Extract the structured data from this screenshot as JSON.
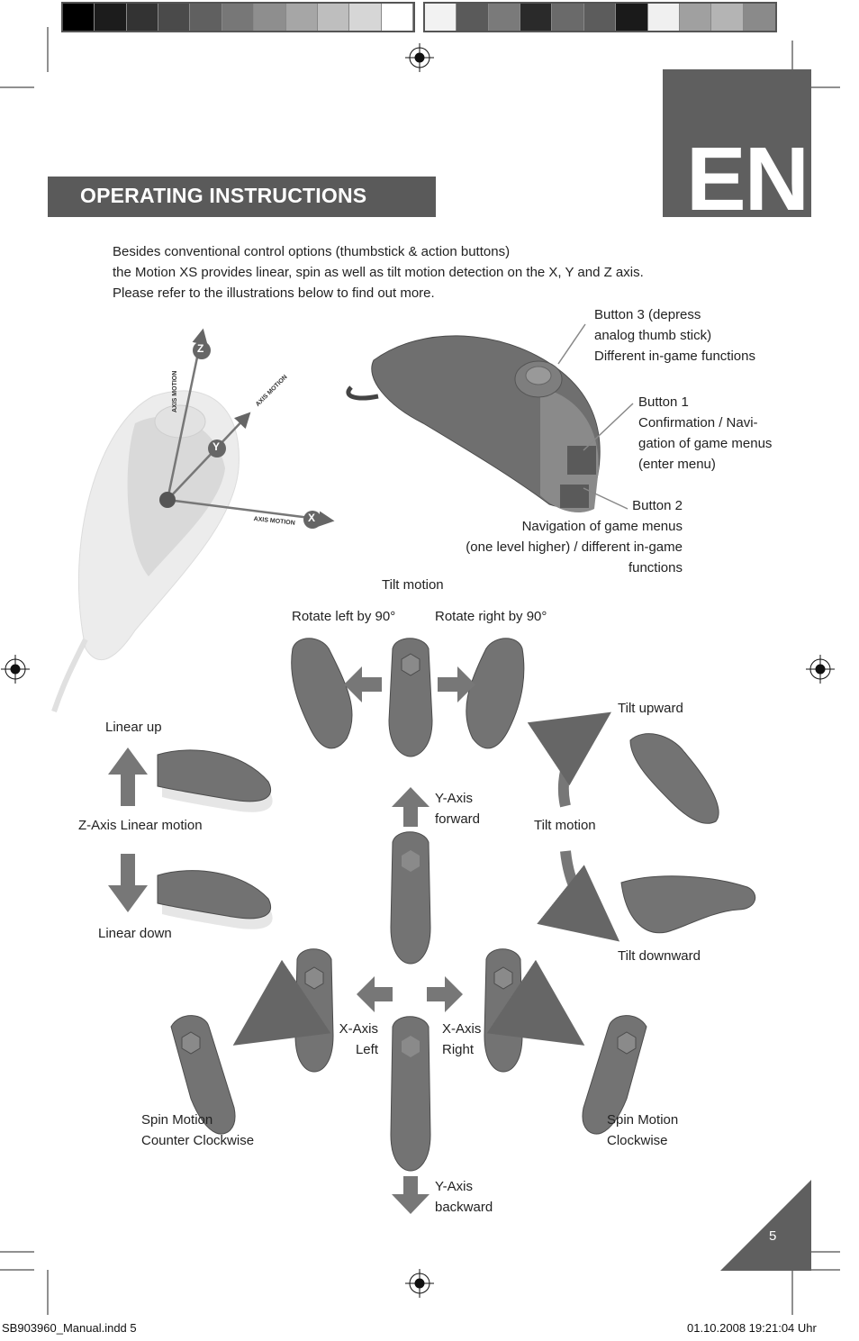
{
  "calibration": {
    "left_swatches": [
      "#000000",
      "#1c1c1c",
      "#333333",
      "#4a4a4a",
      "#606060",
      "#777777",
      "#8e8e8e",
      "#a6a6a6",
      "#bebebe",
      "#d6d6d6",
      "#ffffff"
    ],
    "right_swatches": [
      "#f2f2f2",
      "#5a5a5a",
      "#7a7a7a",
      "#2a2a2a",
      "#6a6a6a",
      "#5c5c5c",
      "#1a1a1a",
      "#f0f0f0",
      "#a0a0a0",
      "#b4b4b4",
      "#8a8a8a"
    ]
  },
  "header": {
    "title": "OPERATING INSTRUCTIONS",
    "language_tab": "EN"
  },
  "intro": {
    "line1": "Besides conventional control options (thumbstick & action buttons)",
    "line2": "the Motion XS provides linear, spin as well as tilt motion detection on the X, Y and Z axis.",
    "line3": "Please refer to the illustrations below to find out more."
  },
  "axis_diagram": {
    "z_badge": "Z",
    "y_badge": "Y",
    "x_badge": "X",
    "z_label": "AXIS MOTION",
    "y_label": "AXIS MOTION",
    "x_label": "AXIS MOTION"
  },
  "buttons": {
    "button3": "Button 3 (depress\nanalog thumb stick)\nDifferent in-game functions",
    "button1": "Button 1\nConfirmation / Navi-\ngation of game menus\n(enter menu)",
    "button2": "Button 2\nNavigation of game menus\n(one level higher) / different in-game\nfunctions"
  },
  "motions": {
    "tilt_motion_top": "Tilt motion",
    "rotate_left": "Rotate left by 90°",
    "rotate_right": "Rotate right by 90°",
    "linear_up": "Linear up",
    "z_axis_linear": "Z-Axis Linear motion",
    "linear_down": "Linear down",
    "y_forward": "Y-Axis\nforward",
    "tilt_motion_right": "Tilt motion",
    "tilt_upward": "Tilt upward",
    "tilt_downward": "Tilt downward",
    "x_left": "X-Axis\nLeft",
    "x_right": "X-Axis\nRight",
    "spin_ccw": "Spin Motion\nCounter Clockwise",
    "spin_cw": "Spin Motion\nClockwise",
    "y_backward": "Y-Axis\nbackward"
  },
  "page": {
    "number": "5"
  },
  "footer": {
    "file": "SB903960_Manual.indd   5",
    "timestamp": "01.10.2008   19:21:04 Uhr"
  }
}
